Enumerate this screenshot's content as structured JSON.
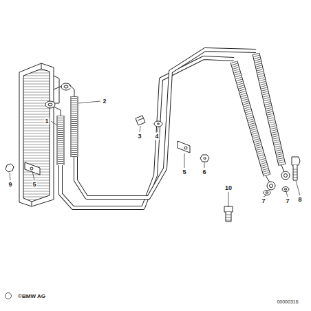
{
  "diagram": {
    "labels": [
      "2",
      "1",
      "3",
      "4",
      "5",
      "6",
      "7",
      "7",
      "8",
      "9",
      "5",
      "10",
      "©BMW AG",
      "00000316"
    ]
  }
}
